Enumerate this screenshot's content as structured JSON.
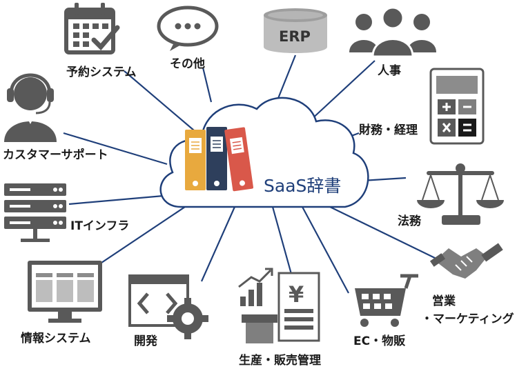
{
  "hub": {
    "label": "SaaS辞書"
  },
  "categories": [
    {
      "id": "reservation",
      "label": "予約システム",
      "icon": "calendar-check-icon"
    },
    {
      "id": "other",
      "label": "その他",
      "icon": "speech-bubble-ellipsis-icon"
    },
    {
      "id": "erp",
      "label": "ERP",
      "icon": "database-cylinder-icon"
    },
    {
      "id": "hr",
      "label": "人事",
      "icon": "people-group-icon"
    },
    {
      "id": "finance",
      "label": "財務・経理",
      "icon": "calculator-icon"
    },
    {
      "id": "legal",
      "label": "法務",
      "icon": "scales-icon"
    },
    {
      "id": "sales",
      "label": "営業",
      "label2": "・マーケティング",
      "icon": "handshake-icon"
    },
    {
      "id": "ec",
      "label": "EC・物販",
      "icon": "shopping-cart-icon"
    },
    {
      "id": "production",
      "label": "生産・販売管理",
      "icon": "production-chart-yen-icon"
    },
    {
      "id": "dev",
      "label": "開発",
      "icon": "code-gear-icon"
    },
    {
      "id": "infosys",
      "label": "情報システム",
      "icon": "monitor-icon"
    },
    {
      "id": "infra",
      "label": "ITインフラ",
      "icon": "server-rack-icon"
    },
    {
      "id": "support",
      "label": "カスタマーサポート",
      "icon": "headset-operator-icon"
    }
  ],
  "colors": {
    "line": "#1f3f7a",
    "icon": "#595959",
    "cloud_stroke": "#1f3f7a",
    "binder_yellow": "#e8a93e",
    "binder_navy": "#2e3f5c",
    "binder_red": "#d9584a"
  }
}
